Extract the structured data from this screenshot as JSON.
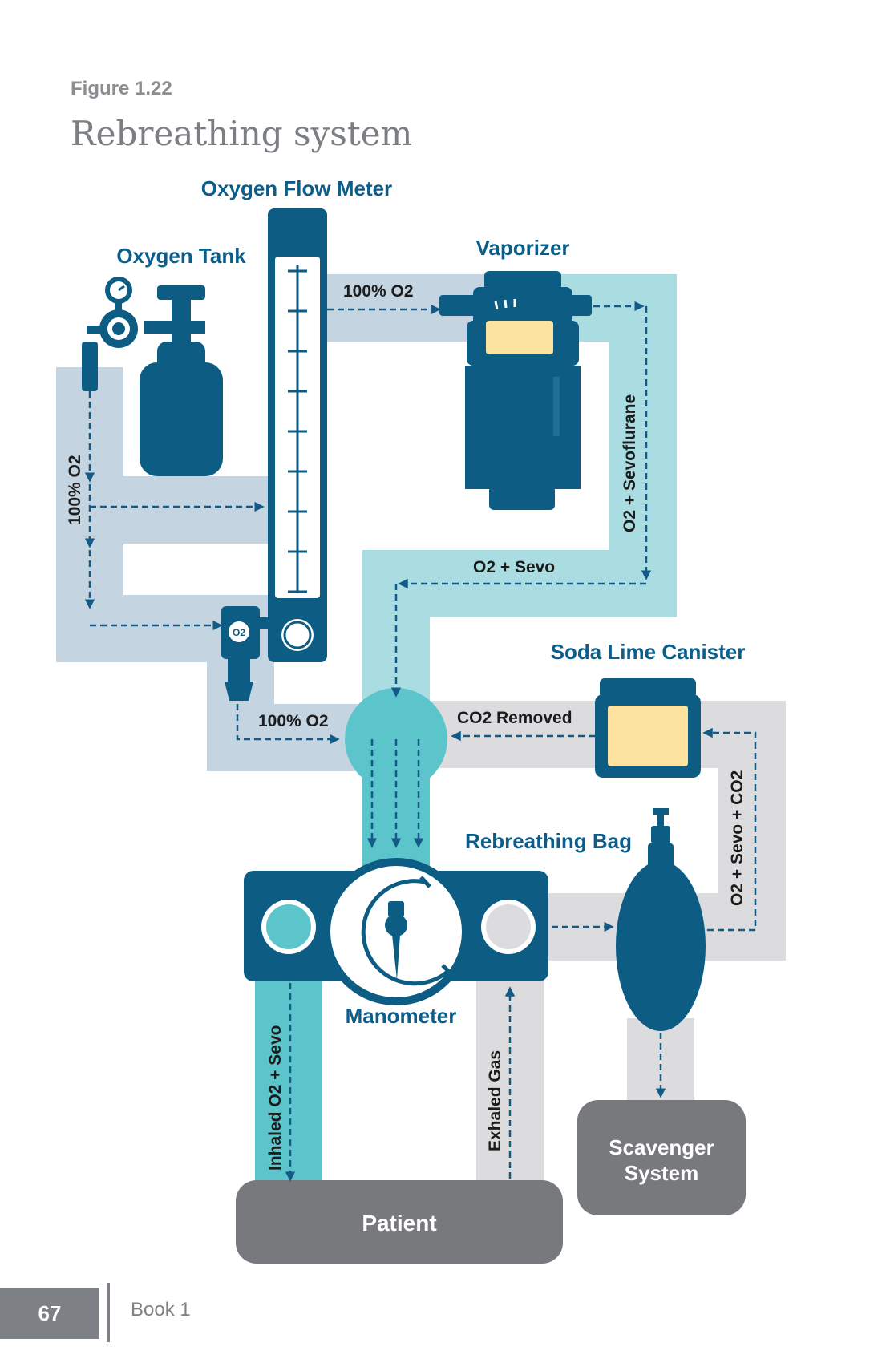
{
  "figure": {
    "label": "Figure 1.22",
    "title": "Rebreathing system"
  },
  "components": {
    "oxygen_flow_meter": "Oxygen Flow Meter",
    "oxygen_tank": "Oxygen Tank",
    "vaporizer": "Vaporizer",
    "soda_lime_canister": "Soda Lime Canister",
    "rebreathing_bag": "Rebreathing Bag",
    "manometer": "Manometer",
    "scavenger_line1": "Scavenger",
    "scavenger_line2": "System",
    "patient": "Patient",
    "o2_valve": "O2"
  },
  "flow_labels": {
    "o2_100_top": "100% O2",
    "o2_100_left": "100% O2",
    "o2_100_bottom": "100% O2",
    "o2_sevoflurane": "O2 + Sevoflurane",
    "o2_sevo": "O2 + Sevo",
    "co2_removed": "CO2 Removed",
    "o2_sevo_co2": "O2 + Sevo + CO2",
    "inhaled": "Inhaled O2 + Sevo",
    "exhaled": "Exhaled Gas"
  },
  "footer": {
    "page_number": "67",
    "book": "Book 1"
  },
  "colors": {
    "dark_blue": "#0c5c84",
    "navy_text": "#0b5e8b",
    "light_blue_pipe": "#c5d4e1",
    "teal_pipe": "#aadde2",
    "teal_bright": "#5cc5cb",
    "gray_pipe": "#dcdcde",
    "gray_box": "#77797c",
    "canister_fill": "#fde3a0",
    "arrow": "#145a86"
  }
}
